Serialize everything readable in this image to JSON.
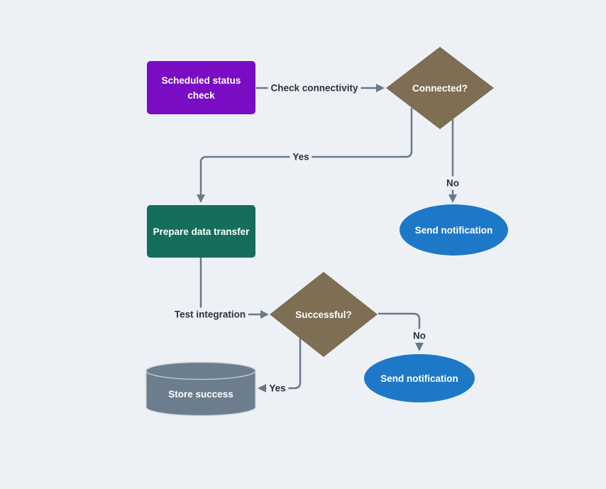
{
  "diagram": {
    "type": "flowchart",
    "background_color": "#edf1f6",
    "edge_color": "#68798a",
    "edge_label_text_color": "#2b3238",
    "nodes": {
      "scheduled_status_check": {
        "label": "Scheduled status check",
        "shape": "rectangle",
        "color": "#7a0dc4"
      },
      "connected": {
        "label": "Connected?",
        "shape": "diamond",
        "color": "#7d6e54"
      },
      "prepare_data_transfer": {
        "label": "Prepare data transfer",
        "shape": "rectangle",
        "color": "#156e5b"
      },
      "send_notification_connect": {
        "label": "Send notification",
        "shape": "ellipse",
        "color": "#1e78c8"
      },
      "successful": {
        "label": "Successful?",
        "shape": "diamond",
        "color": "#7d6e54"
      },
      "send_notification_success": {
        "label": "Send notification",
        "shape": "ellipse",
        "color": "#1e78c8"
      },
      "store_success": {
        "label": "Store success",
        "shape": "cylinder",
        "color": "#6c7e8e"
      }
    },
    "edges": {
      "check_connectivity": {
        "from": "scheduled_status_check",
        "to": "connected",
        "label": "Check connectivity"
      },
      "connected_yes": {
        "from": "connected",
        "to": "prepare_data_transfer",
        "label": "Yes"
      },
      "connected_no": {
        "from": "connected",
        "to": "send_notification_connect",
        "label": "No"
      },
      "test_integration": {
        "from": "prepare_data_transfer",
        "to": "successful",
        "label": "Test integration"
      },
      "successful_no": {
        "from": "successful",
        "to": "send_notification_success",
        "label": "No"
      },
      "successful_yes": {
        "from": "successful",
        "to": "store_success",
        "label": "Yes"
      }
    }
  }
}
